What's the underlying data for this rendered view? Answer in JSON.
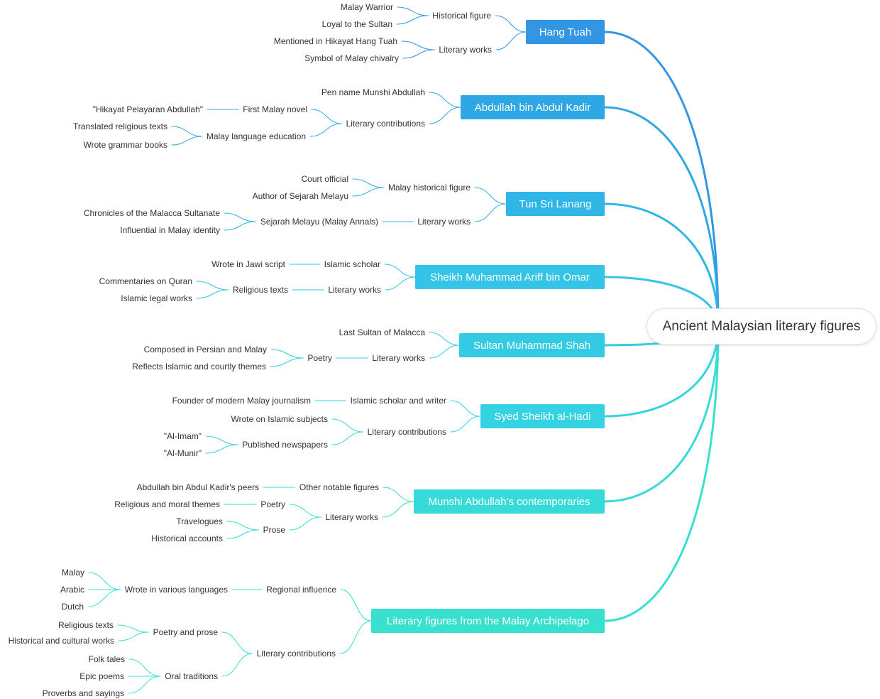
{
  "root": {
    "label": "Ancient Malaysian literary figures"
  },
  "branches": [
    {
      "label": "Hang Tuah",
      "color": "#3296e4",
      "children": [
        {
          "label": "Historical figure",
          "children": [
            {
              "label": "Malay Warrior"
            },
            {
              "label": "Loyal to the Sultan"
            }
          ]
        },
        {
          "label": "Literary works",
          "children": [
            {
              "label": "Mentioned in Hikayat Hang Tuah"
            },
            {
              "label": "Symbol of Malay chivalry"
            }
          ]
        }
      ]
    },
    {
      "label": "Abdullah bin Abdul Kadir",
      "color": "#2fa7e5",
      "children": [
        {
          "label": "Pen name Munshi Abdullah"
        },
        {
          "label": "Literary contributions",
          "children": [
            {
              "label": "First Malay novel",
              "children": [
                {
                  "label": "\"Hikayat Pelayaran Abdullah\""
                }
              ]
            },
            {
              "label": "Malay language education",
              "children": [
                {
                  "label": "Translated religious texts"
                },
                {
                  "label": "Wrote grammar books"
                }
              ]
            }
          ]
        }
      ]
    },
    {
      "label": "Tun Sri Lanang",
      "color": "#2fb5e6",
      "children": [
        {
          "label": "Malay historical figure",
          "children": [
            {
              "label": "Court official"
            },
            {
              "label": "Author of Sejarah Melayu"
            }
          ]
        },
        {
          "label": "Literary works",
          "children": [
            {
              "label": "Sejarah Melayu (Malay Annals)",
              "children": [
                {
                  "label": "Chronicles of the Malacca Sultanate"
                },
                {
                  "label": "Influential in Malay identity"
                }
              ]
            }
          ]
        }
      ]
    },
    {
      "label": "Sheikh Muhammad Ariff bin Omar",
      "color": "#33c4e7",
      "children": [
        {
          "label": "Islamic scholar",
          "children": [
            {
              "label": "Wrote in Jawi script"
            }
          ]
        },
        {
          "label": "Literary works",
          "children": [
            {
              "label": "Religious texts",
              "children": [
                {
                  "label": "Commentaries on Quran"
                },
                {
                  "label": "Islamic legal works"
                }
              ]
            }
          ]
        }
      ]
    },
    {
      "label": "Sultan Muhammad Shah",
      "color": "#33cbe4",
      "children": [
        {
          "label": "Last Sultan of Malacca"
        },
        {
          "label": "Literary works",
          "children": [
            {
              "label": "Poetry",
              "children": [
                {
                  "label": "Composed in Persian and Malay"
                },
                {
                  "label": "Reflects Islamic and courtly themes"
                }
              ]
            }
          ]
        }
      ]
    },
    {
      "label": "Syed Sheikh al-Hadi",
      "color": "#35d3e2",
      "children": [
        {
          "label": "Islamic scholar and writer",
          "children": [
            {
              "label": "Founder of modern Malay journalism"
            }
          ]
        },
        {
          "label": "Literary contributions",
          "children": [
            {
              "label": "Wrote on Islamic subjects"
            },
            {
              "label": "Published newspapers",
              "children": [
                {
                  "label": "\"Al-Imam\""
                },
                {
                  "label": "\"Al-Munir\""
                }
              ]
            }
          ]
        }
      ]
    },
    {
      "label": "Munshi Abdullah's contemporaries",
      "color": "#36dbd9",
      "children": [
        {
          "label": "Other notable figures",
          "children": [
            {
              "label": "Abdullah bin Abdul Kadir's peers"
            }
          ]
        },
        {
          "label": "Literary works",
          "children": [
            {
              "label": "Poetry",
              "children": [
                {
                  "label": "Religious and moral themes"
                }
              ]
            },
            {
              "label": "Prose",
              "children": [
                {
                  "label": "Travelogues"
                },
                {
                  "label": "Historical accounts"
                }
              ]
            }
          ]
        }
      ]
    },
    {
      "label": "Literary figures from the Malay Archipelago",
      "color": "#38e0cf",
      "children": [
        {
          "label": "Regional influence",
          "children": [
            {
              "label": "Wrote in various languages",
              "children": [
                {
                  "label": "Malay"
                },
                {
                  "label": "Arabic"
                },
                {
                  "label": "Dutch"
                }
              ]
            }
          ]
        },
        {
          "label": "Literary contributions",
          "children": [
            {
              "label": "Poetry and prose",
              "children": [
                {
                  "label": "Religious texts"
                },
                {
                  "label": "Historical and cultural works"
                }
              ]
            },
            {
              "label": "Oral traditions",
              "children": [
                {
                  "label": "Folk tales"
                },
                {
                  "label": "Epic poems"
                },
                {
                  "label": "Proverbs and sayings"
                }
              ]
            }
          ]
        }
      ]
    }
  ]
}
